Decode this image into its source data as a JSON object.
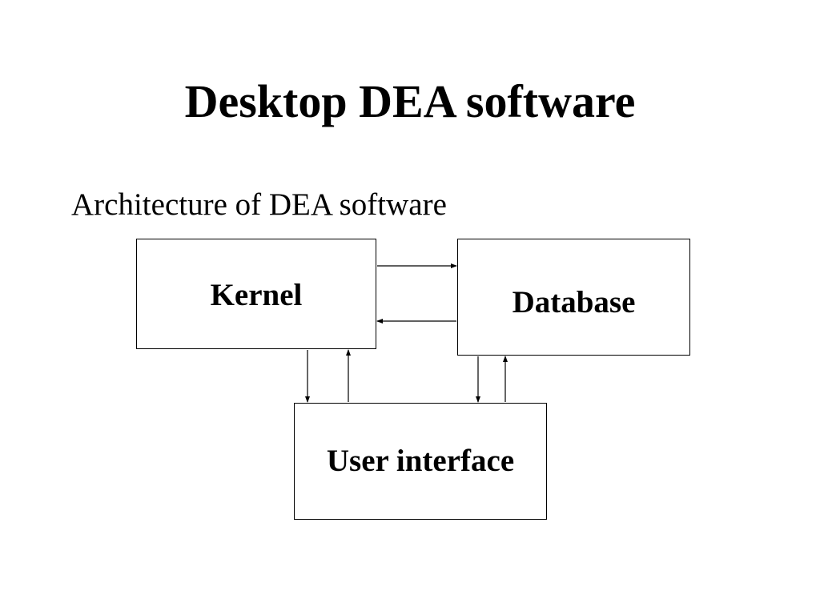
{
  "slide": {
    "title": "Desktop DEA software",
    "subtitle": "Architecture of DEA software"
  },
  "diagram": {
    "nodes": [
      {
        "id": "kernel",
        "label": "Kernel"
      },
      {
        "id": "database",
        "label": "Database"
      },
      {
        "id": "user-interface",
        "label": "User interface"
      }
    ],
    "edges": [
      {
        "from": "kernel",
        "to": "database"
      },
      {
        "from": "database",
        "to": "kernel"
      },
      {
        "from": "kernel",
        "to": "user-interface"
      },
      {
        "from": "user-interface",
        "to": "kernel"
      },
      {
        "from": "database",
        "to": "user-interface"
      },
      {
        "from": "user-interface",
        "to": "database"
      }
    ]
  }
}
